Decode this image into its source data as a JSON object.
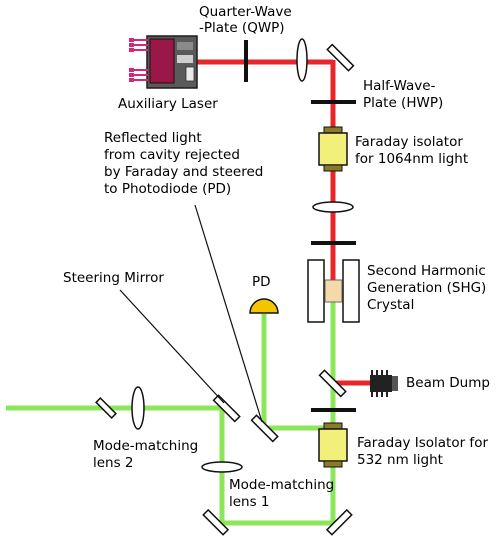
{
  "labels": {
    "qwp": [
      "Quarter-Wave",
      "-Plate (QWP)"
    ],
    "auxiliary_laser": "Auxiliary Laser",
    "hwp": [
      "Half-Wave-",
      "Plate (HWP)"
    ],
    "faraday_1064": [
      "Faraday isolator",
      "for 1064nm light"
    ],
    "reflected_light": [
      "Reflected light",
      "from cavity rejected",
      "by Faraday and steered",
      "to Photodiode (PD)"
    ],
    "steering_mirror": "Steering Mirror",
    "pd": "PD",
    "shg": [
      "Second Harmonic",
      "Generation (SHG)",
      "Crystal"
    ],
    "beam_dump": "Beam Dump",
    "mode_matching_lens_2": [
      "Mode-matching",
      "lens 2"
    ],
    "faraday_532": [
      "Faraday Isolator for",
      "532 nm light"
    ],
    "mode_matching_lens_1": [
      "Mode-matching",
      "lens 1"
    ]
  },
  "colors": {
    "beam_1064": "#e8252a",
    "beam_532": "#8ce65a",
    "isolator_yellow": "#f2ef7a",
    "pd_yellow": "#f5c400",
    "crystal": "#f6d9a8",
    "laser_magenta": "#9a1848"
  }
}
